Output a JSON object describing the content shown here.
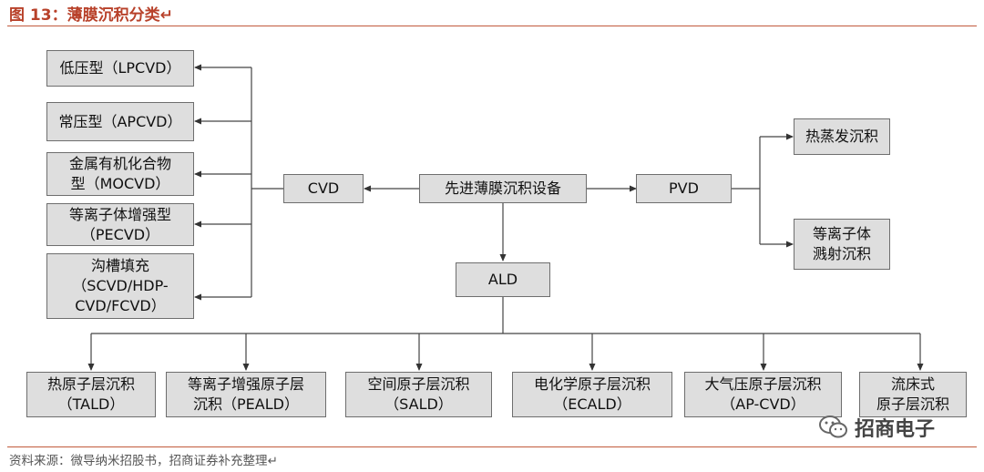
{
  "figure": {
    "title": "图 13：薄膜沉积分类↵",
    "source": "资料来源：微导纳米招股书，招商证券补充整理↵"
  },
  "diagram": {
    "center": "先进薄膜沉积设备",
    "cvd": {
      "label": "CVD",
      "children": [
        "低压型（LPCVD）",
        "常压型（APCVD）",
        "金属有机化合物\n型（MOCVD）",
        "等离子体增强型\n（PECVD）",
        "沟槽填充\n（SCVD/HDP-\nCVD/FCVD）"
      ]
    },
    "pvd": {
      "label": "PVD",
      "children": [
        "热蒸发沉积",
        "等离子体\n溅射沉积"
      ]
    },
    "ald": {
      "label": "ALD",
      "children": [
        "热原子层沉积\n（TALD）",
        "等离子增强原子层\n沉积（PEALD）",
        "空间原子层沉积\n（SALD）",
        "电化学原子层沉积\n（ECALD）",
        "大气压原子层沉积\n（AP-CVD）",
        "流床式\n原子层沉积"
      ]
    }
  },
  "watermark": {
    "text": "招商电子",
    "icon": "wechat-icon"
  }
}
